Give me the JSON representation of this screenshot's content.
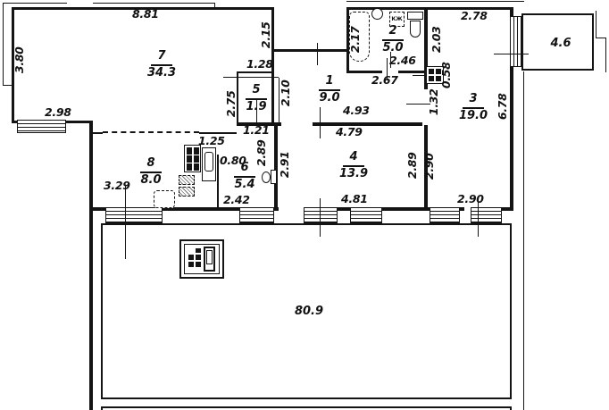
{
  "rooms": {
    "r1": {
      "number": "1",
      "area": "9.0"
    },
    "r2": {
      "number": "2",
      "area": "5.0"
    },
    "r3": {
      "number": "3",
      "area": "19.0"
    },
    "r4": {
      "number": "4",
      "area": "13.9"
    },
    "r5": {
      "number": "5",
      "area": "1.9"
    },
    "r6": {
      "number": "6",
      "area": "5.4"
    },
    "r7": {
      "number": "7",
      "area": "34.3"
    },
    "r8": {
      "number": "8",
      "area": "8.0"
    },
    "balcony": {
      "area": "4.6"
    },
    "terrace": {
      "area": "80.9"
    }
  },
  "dims": {
    "room7_top": "8.81",
    "room7_left": "3.80",
    "room7_window": "2.98",
    "room7_right_upper": "2.15",
    "room5_above": "1.28",
    "room5_left": "2.75",
    "room5_below": "1.21",
    "room1_left": "2.10",
    "room1_width": "4.93",
    "room4_top": "4.79",
    "room4_left": "2.91",
    "room4_right": "2.89",
    "room4_bottom": "4.81",
    "room2_tub": "2.17",
    "room2_width": "2.46",
    "room2_below": "2.67",
    "room2_right": "2.03",
    "room3_top": "2.78",
    "vent_shaft": "0.58",
    "room3_left_upper": "1.32",
    "room3_right": "6.78",
    "room3_left_lower": "2.90",
    "room3_bottom": "2.90",
    "room6_right": "2.89",
    "room6_bottom": "2.42",
    "room8_left": "3.29",
    "nook_width": "1.25",
    "sink_width": "0.80"
  },
  "labels": {
    "appliance": "КЖ"
  },
  "colors": {
    "ink": "#141414",
    "paper": "#ffffff"
  }
}
